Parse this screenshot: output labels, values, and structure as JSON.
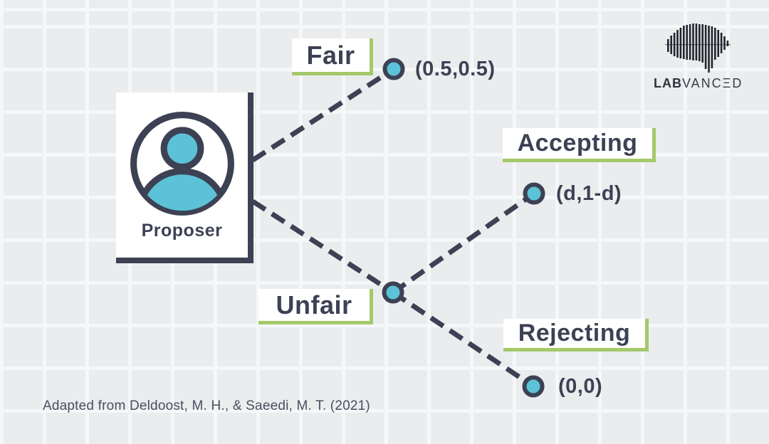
{
  "diagram": {
    "player": {
      "label": "Proposer",
      "icon": "person-icon"
    },
    "nodes": {
      "fair": {
        "label": "Fair",
        "payoff": "(0.5,0.5)"
      },
      "unfair": {
        "label": "Unfair"
      },
      "accepting": {
        "label": "Accepting",
        "payoff": "(d,1-d)"
      },
      "rejecting": {
        "label": "Rejecting",
        "payoff": "(0,0)"
      }
    }
  },
  "footer": {
    "citation": "Adapted from Deldoost, M. H., & Saeedi, M. T. (2021)"
  },
  "logo": {
    "brand_bold": "LAB",
    "brand_light": "VANCΞD",
    "icon": "brain-soundwave-icon"
  },
  "colors": {
    "ink": "#3d4154",
    "node_teal": "#5cc2d7",
    "accent_green": "#a4c96a",
    "background_cell": "#ebecee",
    "grid_line": "#f6f7f9",
    "card": "#ffffff"
  }
}
